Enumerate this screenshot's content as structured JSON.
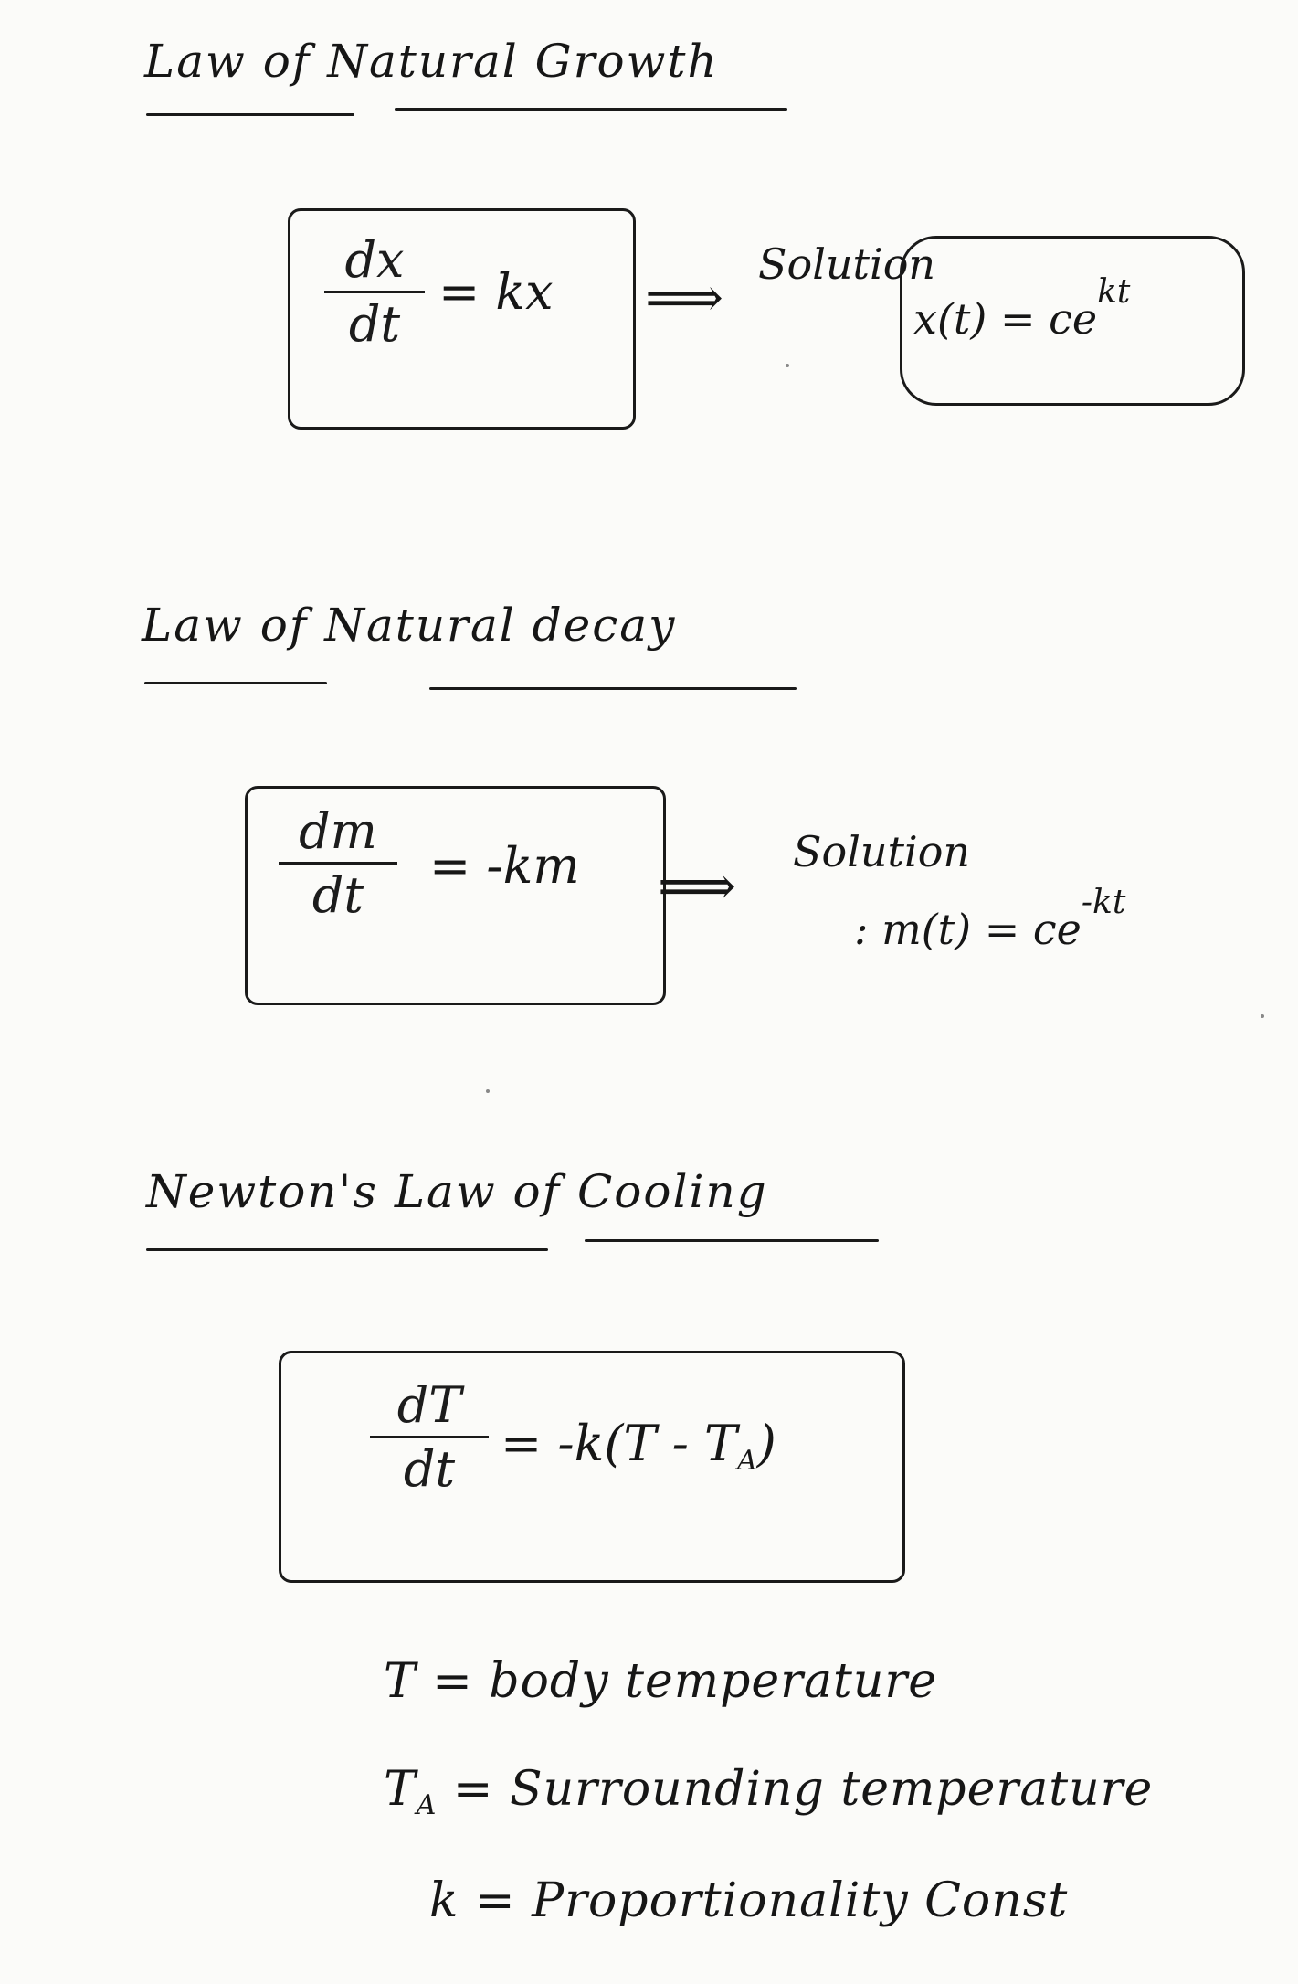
{
  "sections": {
    "growth": {
      "heading": "Law of Natural Growth",
      "eq_num": "dx",
      "eq_den": "dt",
      "eq_rhs": "= kx",
      "arrow": "⟹",
      "solution_label": "Solution",
      "solution_lhs": "x(t) = ce",
      "solution_exp": "kt"
    },
    "decay": {
      "heading": "Law of Natural decay",
      "eq_num": "dm",
      "eq_den": "dt",
      "eq_rhs": "= -km",
      "arrow": "⟹",
      "solution_label": "Solution",
      "solution_lhs": ": m(t) = ce",
      "solution_exp": "-kt"
    },
    "cooling": {
      "heading": "Newton's Law of Cooling",
      "eq_num": "dT",
      "eq_den": "dt",
      "eq_rhs_a": "= -k(T - T",
      "eq_rhs_sub": "A",
      "eq_rhs_b": ")"
    }
  },
  "definitions": [
    {
      "symbol": "T",
      "sub": "",
      "text": "= body temperature"
    },
    {
      "symbol": "T",
      "sub": "A",
      "text": "= Surrounding temperature"
    },
    {
      "symbol": "k",
      "sub": "",
      "text": "= Proportionality Const"
    }
  ]
}
